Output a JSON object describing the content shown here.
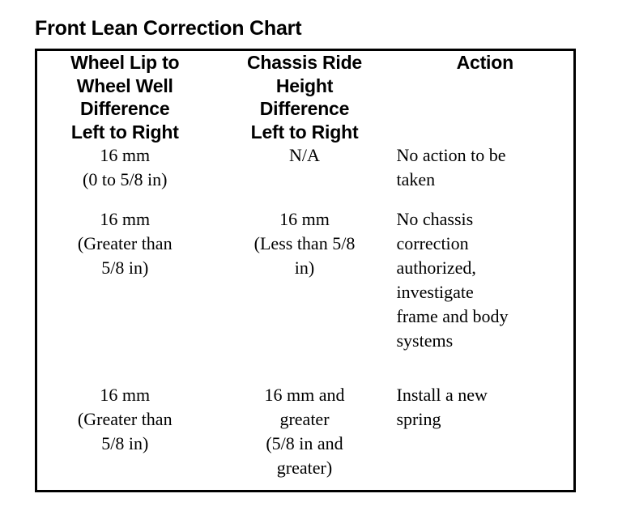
{
  "page": {
    "title": "Front Lean Correction Chart",
    "background_color": "#ffffff",
    "text_color": "#000000",
    "border_color": "#000000"
  },
  "table": {
    "headers": [
      "Wheel Lip to\nWheel Well\nDifference\nLeft to Right",
      "Chassis Ride\nHeight\nDifference\nLeft to Right",
      "Action"
    ],
    "header_lines": {
      "col1": [
        "Wheel Lip to",
        "Wheel Well",
        "Difference",
        "Left to Right"
      ],
      "col2": [
        "Chassis Ride",
        "Height",
        "Difference",
        "Left to Right"
      ],
      "col3": [
        "Action"
      ]
    },
    "rows": [
      {
        "wheel_lip_lines": [
          "16 mm",
          "(0 to 5/8 in)"
        ],
        "chassis_lines": [
          "N/A"
        ],
        "action_lines": [
          "No action to be",
          "taken"
        ]
      },
      {
        "wheel_lip_lines": [
          "16 mm",
          "(Greater than",
          "5/8 in)"
        ],
        "chassis_lines": [
          "16 mm",
          "(Less than 5/8",
          "in)"
        ],
        "action_lines": [
          "No chassis",
          "correction",
          "authorized,",
          "investigate",
          "frame and body",
          "systems"
        ]
      },
      {
        "wheel_lip_lines": [
          "16 mm",
          "(Greater than",
          "5/8 in)"
        ],
        "chassis_lines": [
          "16 mm and",
          "greater",
          "(5/8 in and",
          "greater)"
        ],
        "action_lines": [
          "Install a new",
          "spring"
        ]
      }
    ]
  }
}
